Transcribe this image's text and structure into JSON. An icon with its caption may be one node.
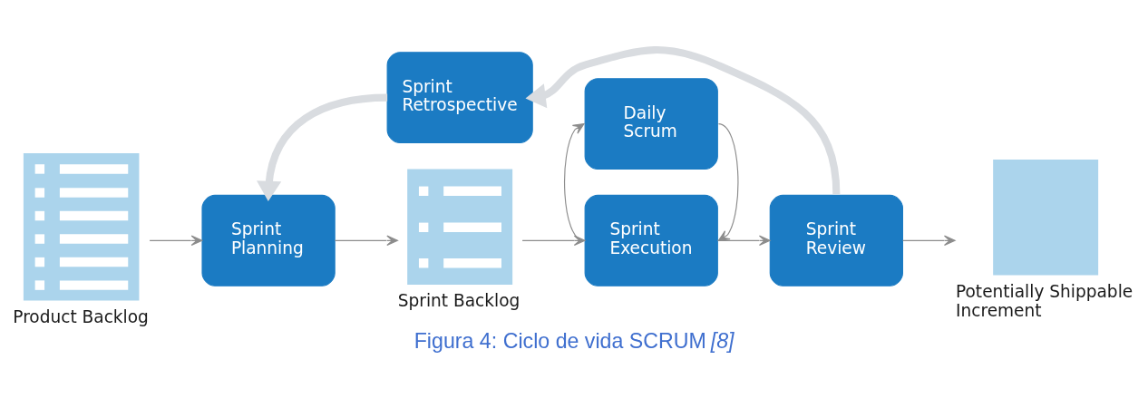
{
  "diagram": {
    "caption": "Figura 4: Ciclo de vida SCRUM *[8]*",
    "nodes": [
      {
        "text": [
          "Product Backlog"
        ]
      },
      {
        "text": [
          "Sprint Planning"
        ]
      },
      {
        "text": [
          "Sprint Retrospective"
        ]
      },
      {
        "text": [
          "Sprint Backlog"
        ]
      },
      {
        "text": [
          "Daily Scrum"
        ]
      },
      {
        "text": [
          "Sprint Execution"
        ]
      },
      {
        "text": [
          "Sprint Review"
        ]
      },
      {
        "text": [
          "Potentially Shippable Increment"
        ]
      }
    ],
    "edges": [
      {
        "from": 0,
        "to": 1,
        "arrow": "to"
      },
      {
        "from": 1,
        "to": 3,
        "arrow": "to"
      },
      {
        "from": 3,
        "to": 5,
        "arrow": "to"
      },
      {
        "from": 5,
        "to": 6,
        "arrow": "to"
      },
      {
        "from": 6,
        "to": 7,
        "arrow": "to"
      },
      {
        "from": 6,
        "to": 2,
        "arrow": "to",
        "style": "thick",
        "color": "#d9dce0"
      },
      {
        "from": 2,
        "to": 1,
        "arrow": "to",
        "style": "thick",
        "color": "#d9dce0"
      },
      {
        "from": 5,
        "to": 4,
        "arrow": "to"
      },
      {
        "from": 4,
        "to": 5,
        "arrow": "to"
      }
    ]
  }
}
